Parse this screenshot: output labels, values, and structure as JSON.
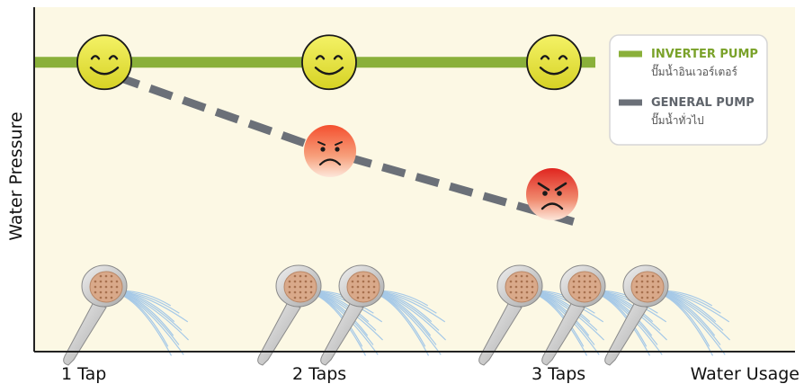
{
  "chart_data": {
    "type": "line",
    "xlabel": "Water Usage",
    "ylabel": "Water Pressure",
    "categories": [
      "1 Tap",
      "2 Taps",
      "3 Taps"
    ],
    "ylim": [
      0,
      100
    ],
    "grid": false,
    "legend_position": "top-right",
    "series": [
      {
        "id": "inverter",
        "name": "INVERTER PUMP",
        "name_th": "ปั๊มน้ำอินเวอร์เตอร์",
        "color": "#8ab03a",
        "style": "solid",
        "values": [
          84,
          84,
          84
        ],
        "marker_icon": [
          "smiley-face-icon",
          "smiley-face-icon",
          "smiley-face-icon"
        ]
      },
      {
        "id": "general",
        "name": "GENERAL PUMP",
        "name_th": "ปั๊มน้ำทั่วไป",
        "color": "#6b7078",
        "style": "dashed",
        "values": [
          84,
          58,
          38
        ],
        "marker_icon": [
          null,
          "frown-face-icon",
          "angry-face-icon"
        ]
      }
    ],
    "tap_icons": [
      1,
      2,
      3
    ],
    "colors": {
      "background": "#fcf8e4",
      "axis": "#222222",
      "happy_face": "#e6e43a",
      "sad_face": "#f06a4a",
      "angry_face": "#e5332a",
      "shower_handle": "#c7c7c7",
      "shower_head": "#d9a98a",
      "water": "#9dc4e8"
    }
  }
}
